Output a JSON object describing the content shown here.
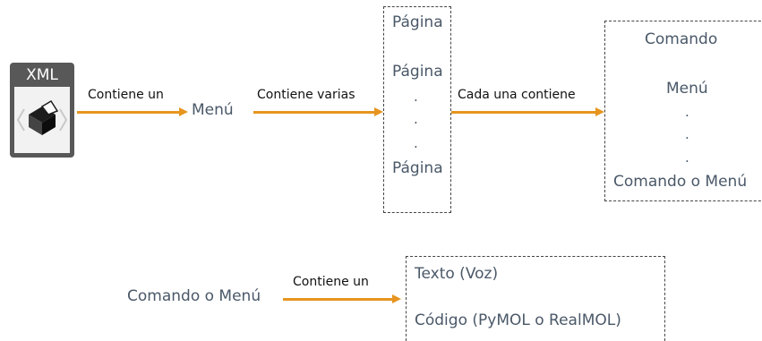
{
  "top_flow": {
    "xml_label": "XML",
    "edge_contiene_un": "Contiene un",
    "menu": "Menú",
    "edge_contiene_varias": "Contiene varias",
    "pages": [
      "Página",
      "Página",
      "Página"
    ],
    "edge_cada_una": "Cada una contiene",
    "right_items": [
      "Comando",
      "Menú",
      "Comando o Menú"
    ]
  },
  "bottom_flow": {
    "source": "Comando o Menú",
    "edge_contiene_un": "Contiene un",
    "items": [
      "Texto (Voz)",
      "Código (PyMOL o RealMOL)"
    ]
  },
  "colors": {
    "arrow": "#e6951f",
    "node_text": "#4a5868",
    "icon_dark": "#585858"
  }
}
